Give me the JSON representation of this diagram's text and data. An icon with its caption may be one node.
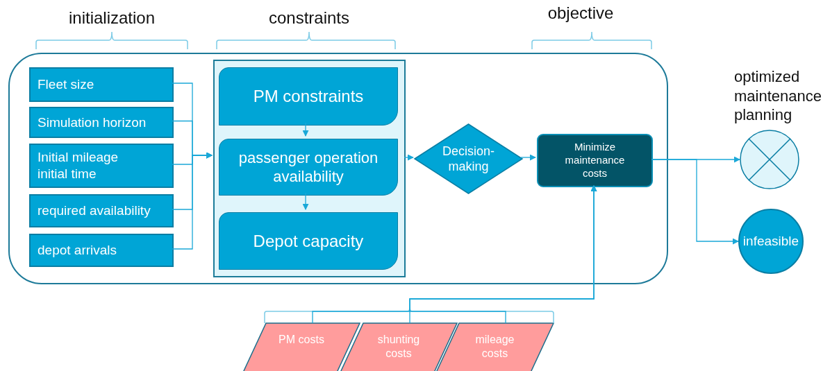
{
  "diagram": {
    "nodes": [
      {
        "text": [],
        "shape": "box"
      },
      {
        "text": [
          "Fleet size"
        ],
        "in": 0
      },
      {
        "text": [
          "Simulation horizon"
        ],
        "in": 0
      },
      {
        "text": [
          "Initial mileage initial time"
        ],
        "in": 0
      },
      {
        "text": [
          "required availability"
        ],
        "in": 0
      },
      {
        "text": [
          "depot arrivals"
        ],
        "in": 0
      },
      {
        "text": [],
        "shape": "box",
        "in": 0
      },
      {
        "text": [
          "PM constraints"
        ],
        "in": 6
      },
      {
        "text": [
          "passenger operation availability"
        ],
        "in": 6
      },
      {
        "text": [
          "Depot capacity"
        ],
        "in": 6
      },
      {
        "text": [
          "Decision-making"
        ],
        "in": 0
      },
      {
        "text": [
          "Minimize maintenance costs"
        ],
        "in": 0
      },
      {
        "text": [
          "optimized maintenance planning"
        ]
      },
      {
        "text": [
          "infeasible"
        ]
      },
      {
        "text": [
          "PM costs"
        ]
      },
      {
        "text": [
          "shunting costs"
        ]
      },
      {
        "text": [
          "mileage costs"
        ]
      }
    ],
    "edges": [
      {
        "from": 1,
        "to": 6,
        "arrow": "to"
      },
      {
        "from": 2,
        "to": 6,
        "arrow": "to"
      },
      {
        "from": 3,
        "to": 6,
        "arrow": "to"
      },
      {
        "from": 4,
        "to": 6,
        "arrow": "to"
      },
      {
        "from": 5,
        "to": 6,
        "arrow": "to"
      },
      {
        "from": 7,
        "to": 8,
        "arrow": "to"
      },
      {
        "from": 8,
        "to": 9,
        "arrow": "to"
      },
      {
        "from": 6,
        "to": 10,
        "arrow": "to"
      },
      {
        "from": 10,
        "to": 11,
        "arrow": "to"
      },
      {
        "from": 11,
        "to": 12,
        "arrow": "to"
      },
      {
        "from": 11,
        "to": 13,
        "arrow": "to"
      },
      {
        "from": 14,
        "to": 11,
        "arrow": "to"
      },
      {
        "from": 15,
        "to": 11,
        "arrow": "to"
      },
      {
        "from": 16,
        "to": 11,
        "arrow": "to"
      }
    ],
    "labels": [
      "initialization",
      "constraints",
      "objective"
    ]
  }
}
